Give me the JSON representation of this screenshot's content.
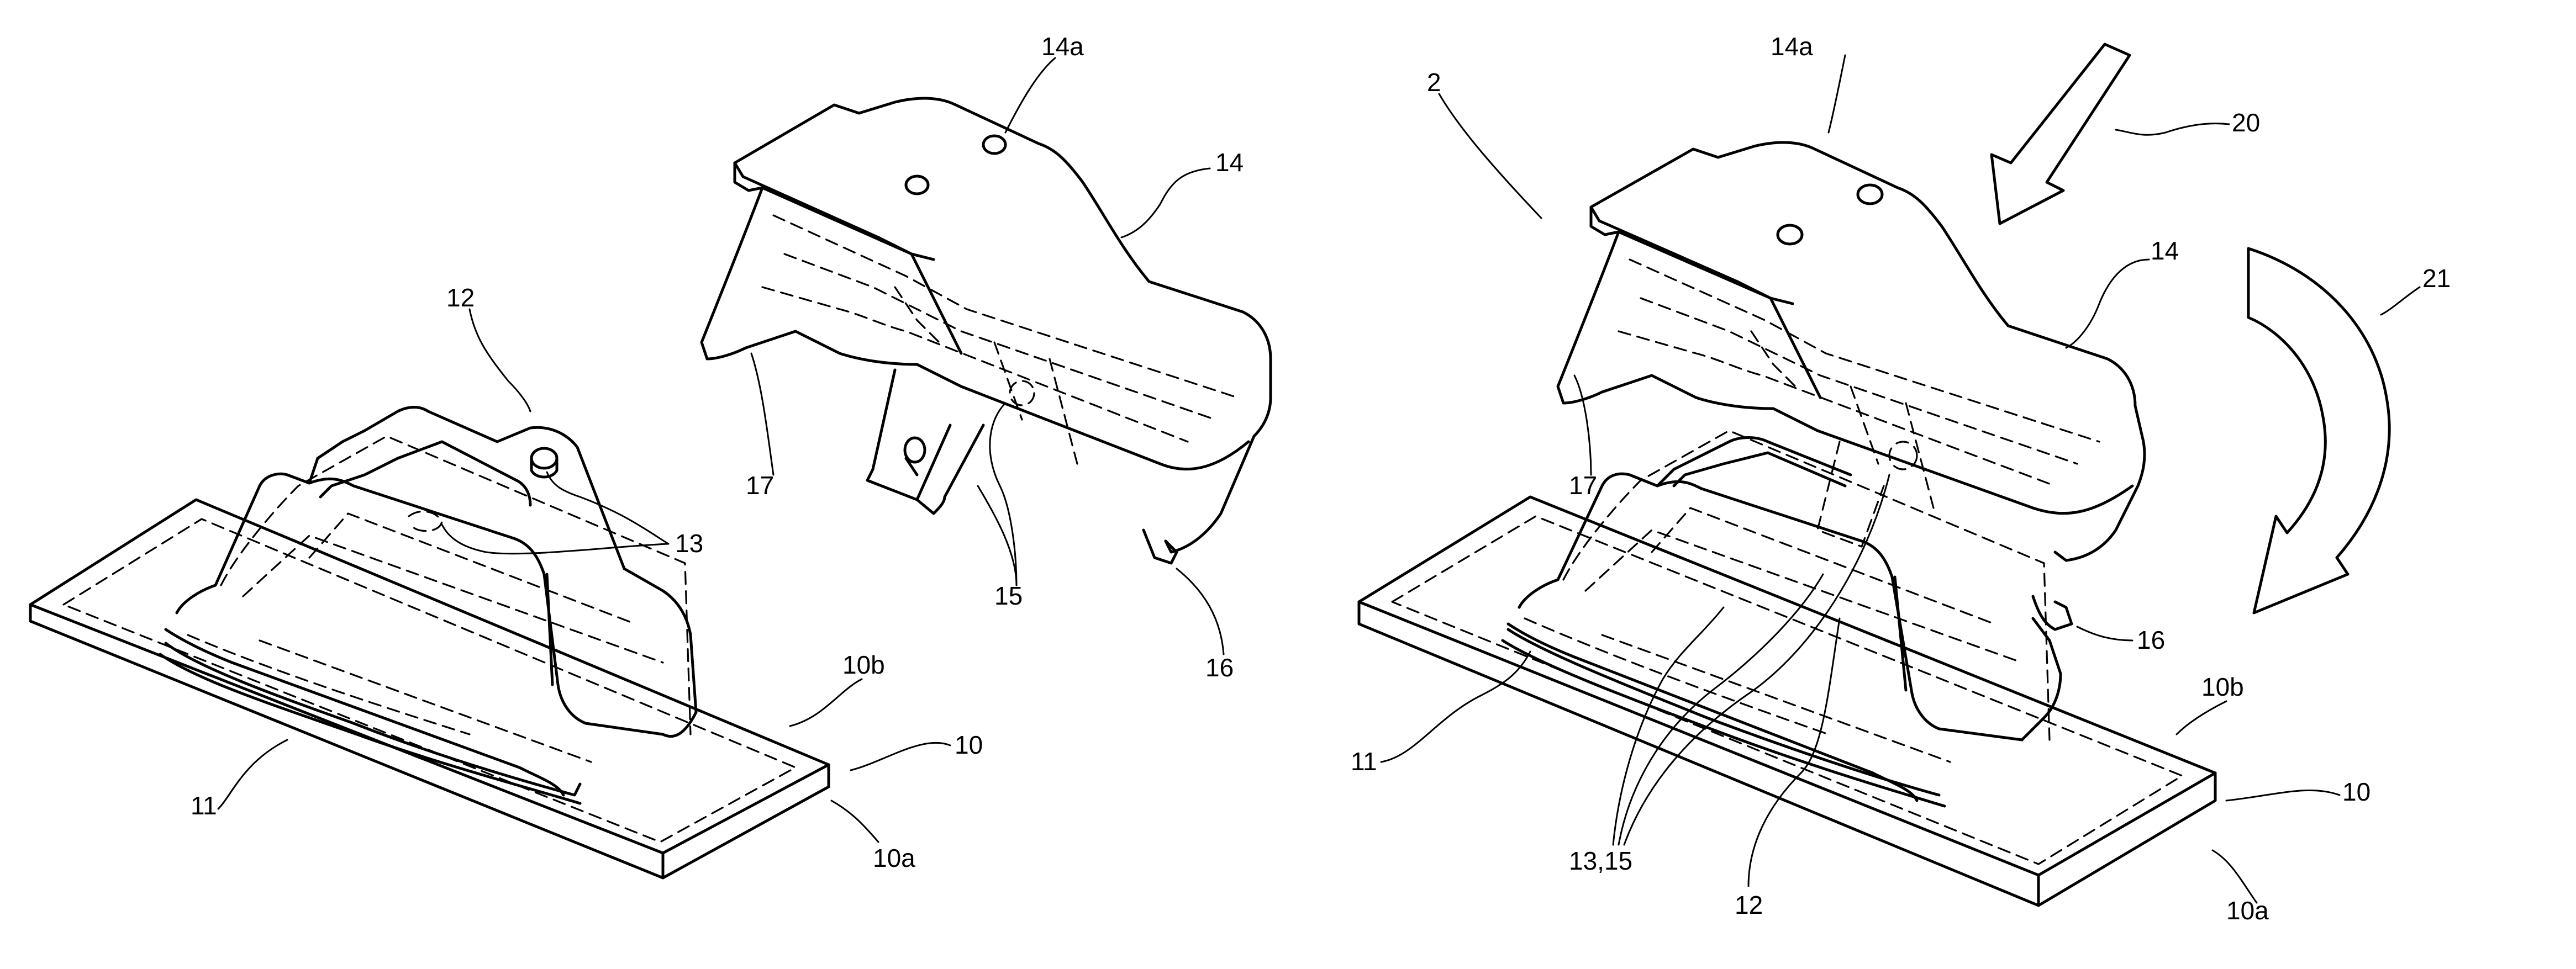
{
  "figure": {
    "left_view": {
      "labels": {
        "l12": "12",
        "l13": "13",
        "l14": "14",
        "l14a": "14a",
        "l15": "15",
        "l16": "16",
        "l17": "17",
        "l10": "10",
        "l10a": "10a",
        "l10b": "10b",
        "l11": "11"
      }
    },
    "right_view": {
      "labels": {
        "l2": "2",
        "l14a": "14a",
        "l14": "14",
        "l20": "20",
        "l21": "21",
        "l17": "17",
        "l16": "16",
        "l10": "10",
        "l10a": "10a",
        "l10b": "10b",
        "l11": "11",
        "l12": "12",
        "l1315": "13,15"
      }
    }
  }
}
